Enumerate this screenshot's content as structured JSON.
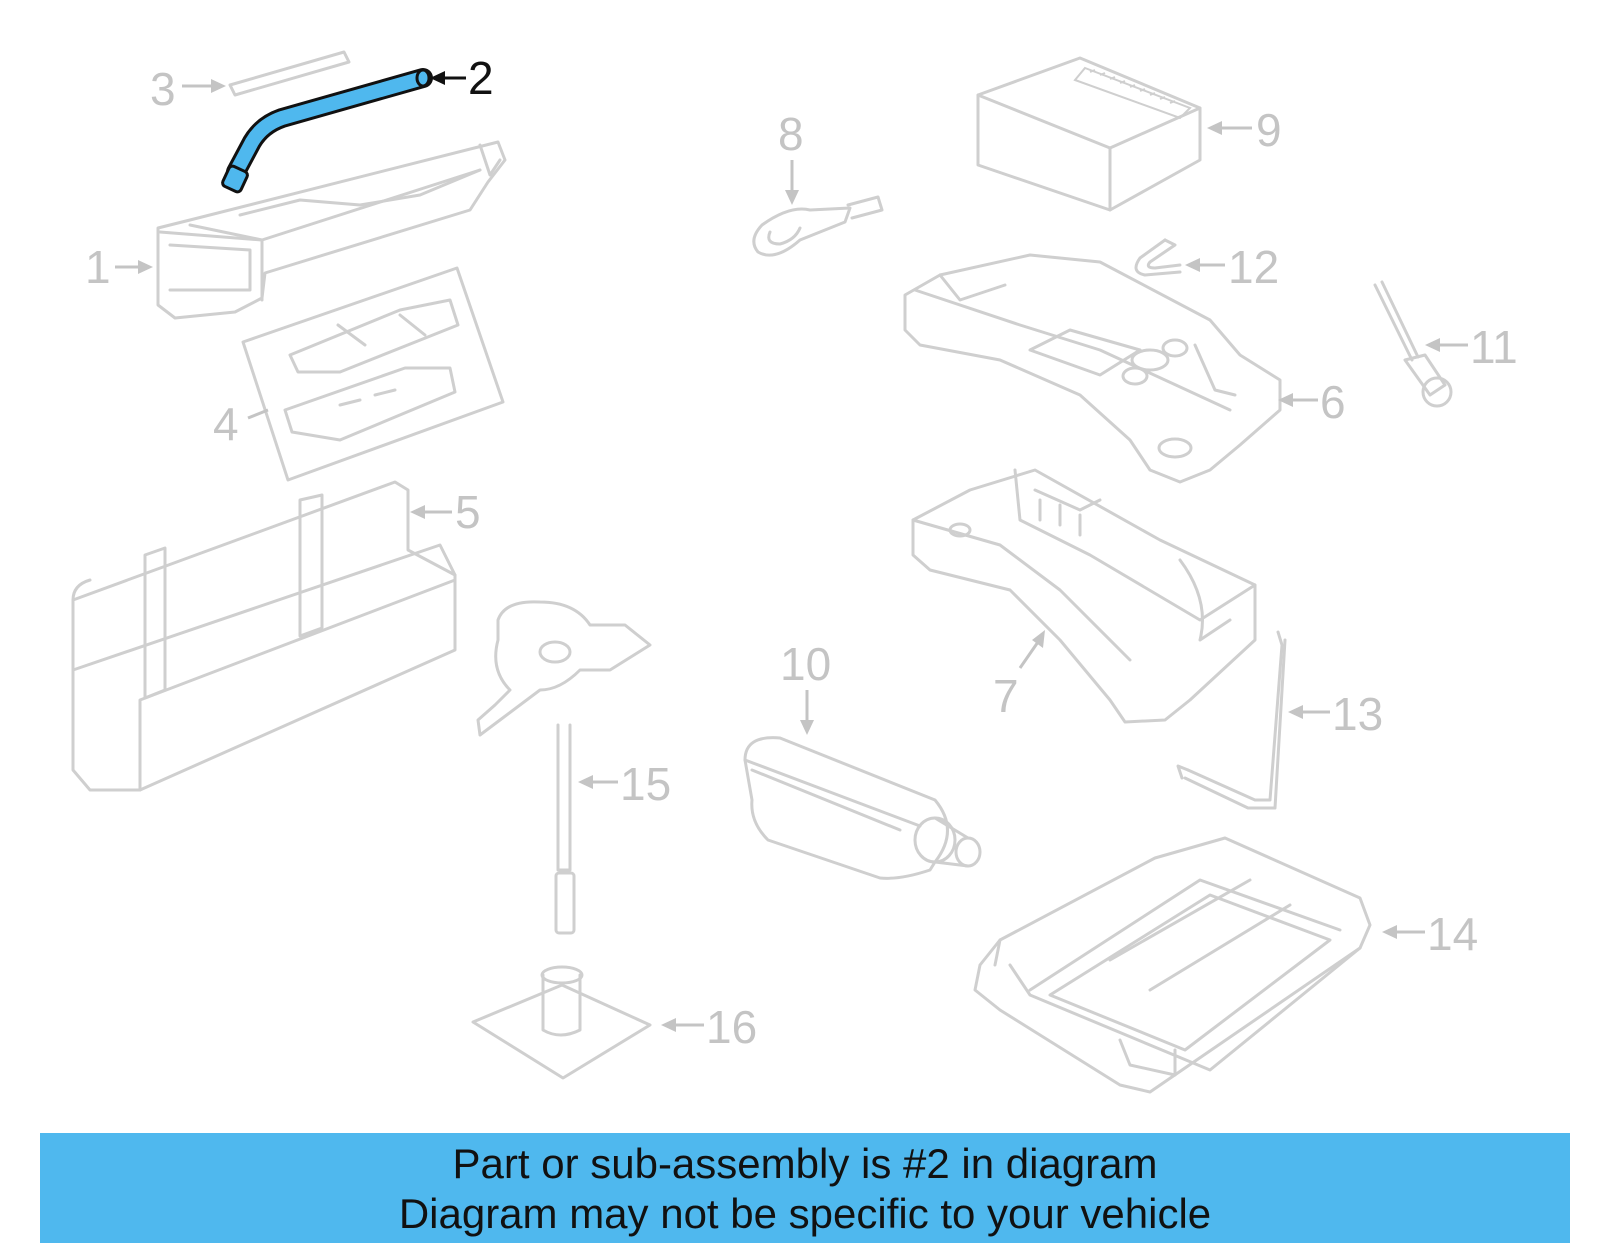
{
  "diagram": {
    "selected_part": "2",
    "callouts": [
      "1",
      "2",
      "3",
      "4",
      "5",
      "6",
      "7",
      "8",
      "9",
      "10",
      "11",
      "12",
      "13",
      "14",
      "15",
      "16"
    ]
  },
  "banner": {
    "line1": "Part or sub-assembly is #2 in diagram",
    "line2": "Diagram may not be specific to your vehicle"
  },
  "colors": {
    "highlight": "#4fb8ee",
    "part_outline": "#cfcfcf",
    "label": "#c4c4c4",
    "banner": "#4fb8ee",
    "text": "#111111"
  }
}
